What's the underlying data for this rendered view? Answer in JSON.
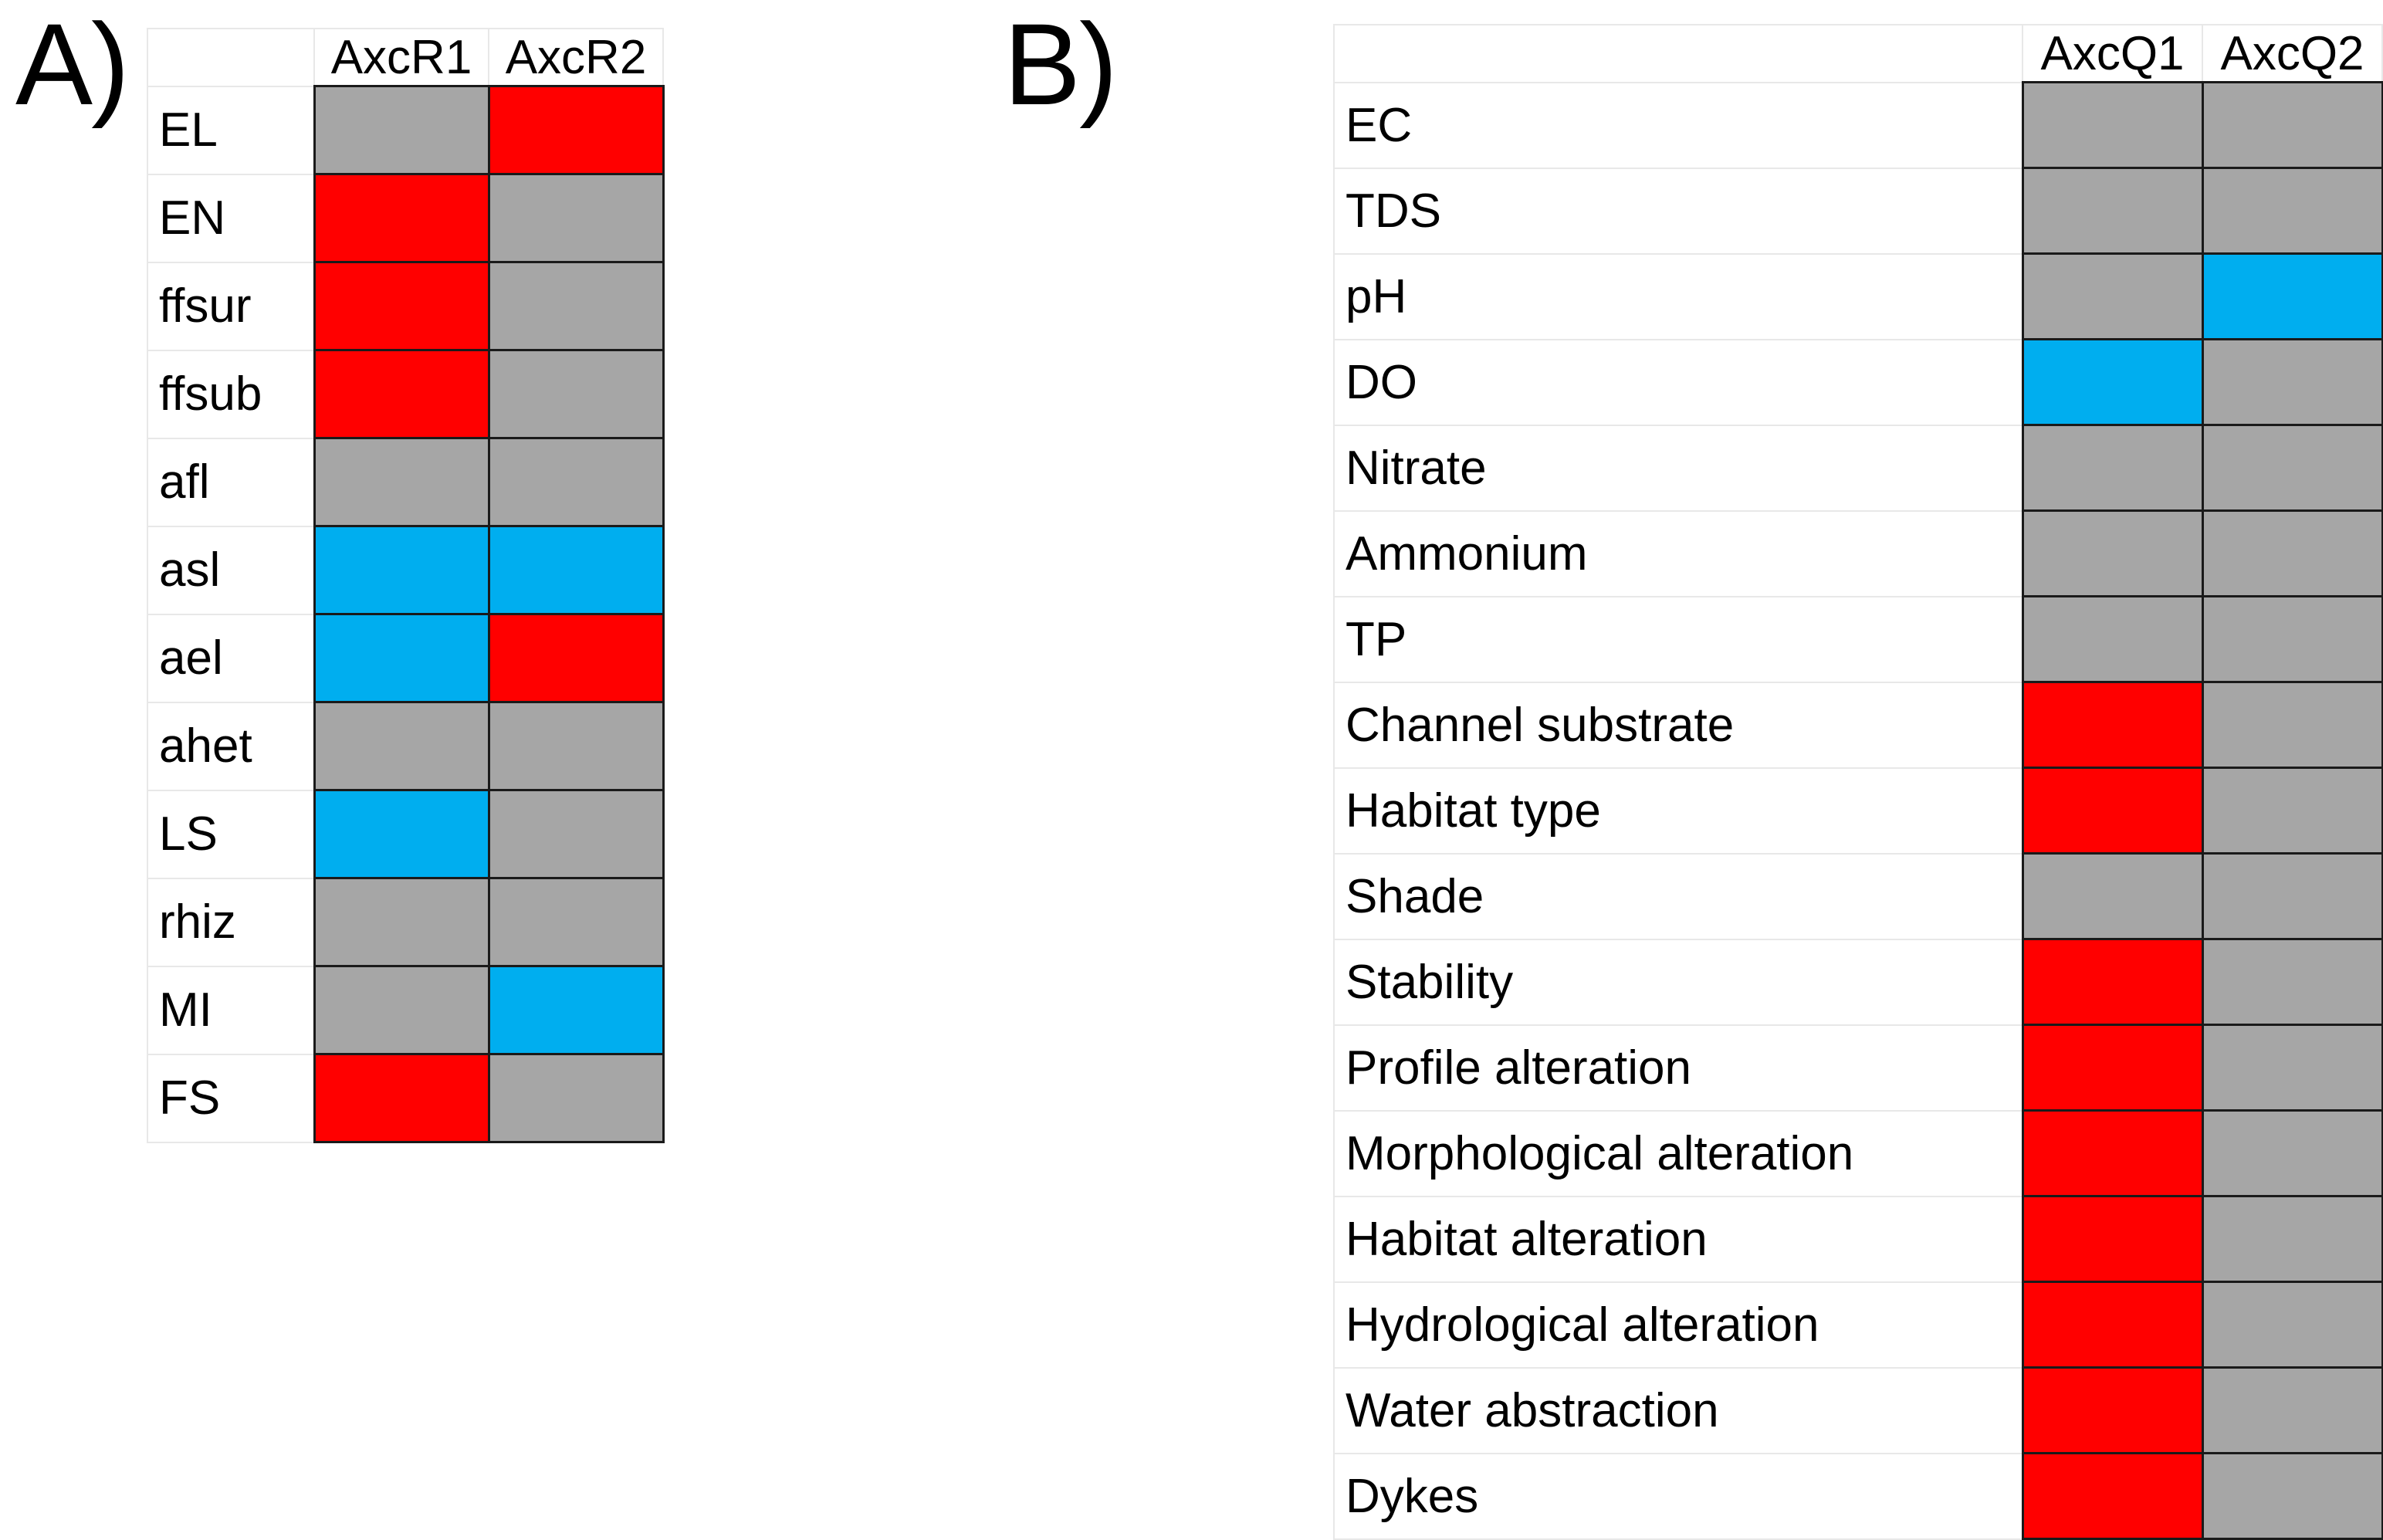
{
  "figure": {
    "panels": [
      {
        "id": "A",
        "letter": "A)",
        "columns": [
          "",
          "AxcR1",
          "AxcR2"
        ],
        "rows": [
          {
            "label": "EL",
            "values": [
              "gray",
              "red"
            ]
          },
          {
            "label": "EN",
            "values": [
              "red",
              "gray"
            ]
          },
          {
            "label": "ffsur",
            "values": [
              "red",
              "gray"
            ]
          },
          {
            "label": "ffsub",
            "values": [
              "red",
              "gray"
            ]
          },
          {
            "label": "afl",
            "values": [
              "gray",
              "gray"
            ]
          },
          {
            "label": "asl",
            "values": [
              "blue",
              "blue"
            ]
          },
          {
            "label": "ael",
            "values": [
              "blue",
              "red"
            ]
          },
          {
            "label": "ahet",
            "values": [
              "gray",
              "gray"
            ]
          },
          {
            "label": "LS",
            "values": [
              "blue",
              "gray"
            ]
          },
          {
            "label": "rhiz",
            "values": [
              "gray",
              "gray"
            ]
          },
          {
            "label": "MI",
            "values": [
              "gray",
              "blue"
            ]
          },
          {
            "label": "FS",
            "values": [
              "red",
              "gray"
            ]
          }
        ]
      },
      {
        "id": "B",
        "letter": "B)",
        "columns": [
          "",
          "AxcQ1",
          "AxcQ2"
        ],
        "rows": [
          {
            "label": "EC",
            "values": [
              "gray",
              "gray"
            ]
          },
          {
            "label": "TDS",
            "values": [
              "gray",
              "gray"
            ]
          },
          {
            "label": "pH",
            "values": [
              "gray",
              "blue"
            ]
          },
          {
            "label": "DO",
            "values": [
              "blue",
              "gray"
            ]
          },
          {
            "label": "Nitrate",
            "values": [
              "gray",
              "gray"
            ]
          },
          {
            "label": "Ammonium",
            "values": [
              "gray",
              "gray"
            ]
          },
          {
            "label": "TP",
            "values": [
              "gray",
              "gray"
            ]
          },
          {
            "label": "Channel substrate",
            "values": [
              "red",
              "gray"
            ]
          },
          {
            "label": "Habitat type",
            "values": [
              "red",
              "gray"
            ]
          },
          {
            "label": "Shade",
            "values": [
              "gray",
              "gray"
            ]
          },
          {
            "label": "Stability",
            "values": [
              "red",
              "gray"
            ]
          },
          {
            "label": "Profile alteration",
            "values": [
              "red",
              "gray"
            ]
          },
          {
            "label": "Morphological alteration",
            "values": [
              "red",
              "gray"
            ]
          },
          {
            "label": "Habitat alteration",
            "values": [
              "red",
              "gray"
            ]
          },
          {
            "label": "Hydrological alteration",
            "values": [
              "red",
              "gray"
            ]
          },
          {
            "label": "Water abstraction",
            "values": [
              "red",
              "gray"
            ]
          },
          {
            "label": "Dykes",
            "values": [
              "red",
              "gray"
            ]
          }
        ]
      }
    ],
    "colors": {
      "gray": "#a6a6a6",
      "red": "#ff0000",
      "blue": "#00aeef",
      "grid": "#e8e8e8",
      "cell_border": "#1a1a1a",
      "text": "#000000",
      "background": "#ffffff"
    }
  }
}
